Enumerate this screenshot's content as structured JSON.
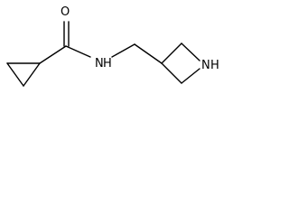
{
  "molecule": {
    "atoms": {
      "oxygen": "O",
      "amide_nitrogen": "N",
      "amide_hydrogen": "H",
      "azetidine_nitrogen": "N",
      "azetidine_hydrogen": "H"
    }
  }
}
